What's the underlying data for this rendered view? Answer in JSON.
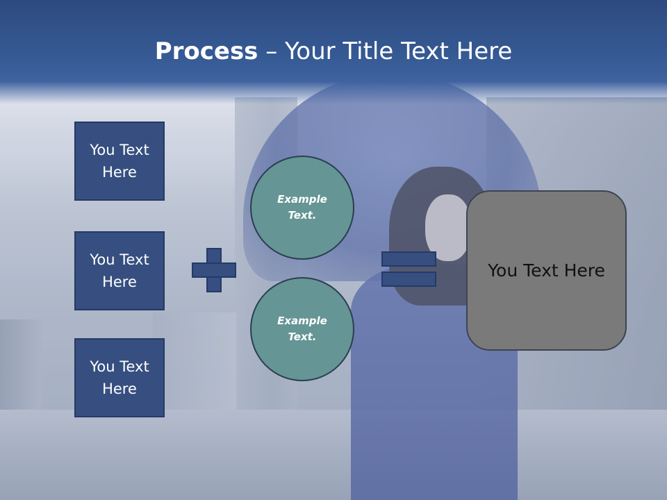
{
  "slide": {
    "title_bold": "Process",
    "title_rest": " – Your Title Text Here"
  },
  "left_boxes": [
    {
      "label": "You Text Here"
    },
    {
      "label": "You Text Here"
    },
    {
      "label": "You Text Here"
    }
  ],
  "circles": [
    {
      "label": "Example Text."
    },
    {
      "label": "Example Text."
    }
  ],
  "result": {
    "label": "You Text Here"
  },
  "colors": {
    "title_band": "#365a94",
    "box_fill": "#364f80",
    "circle_fill": "#659595",
    "result_fill": "#7a7a7a"
  }
}
